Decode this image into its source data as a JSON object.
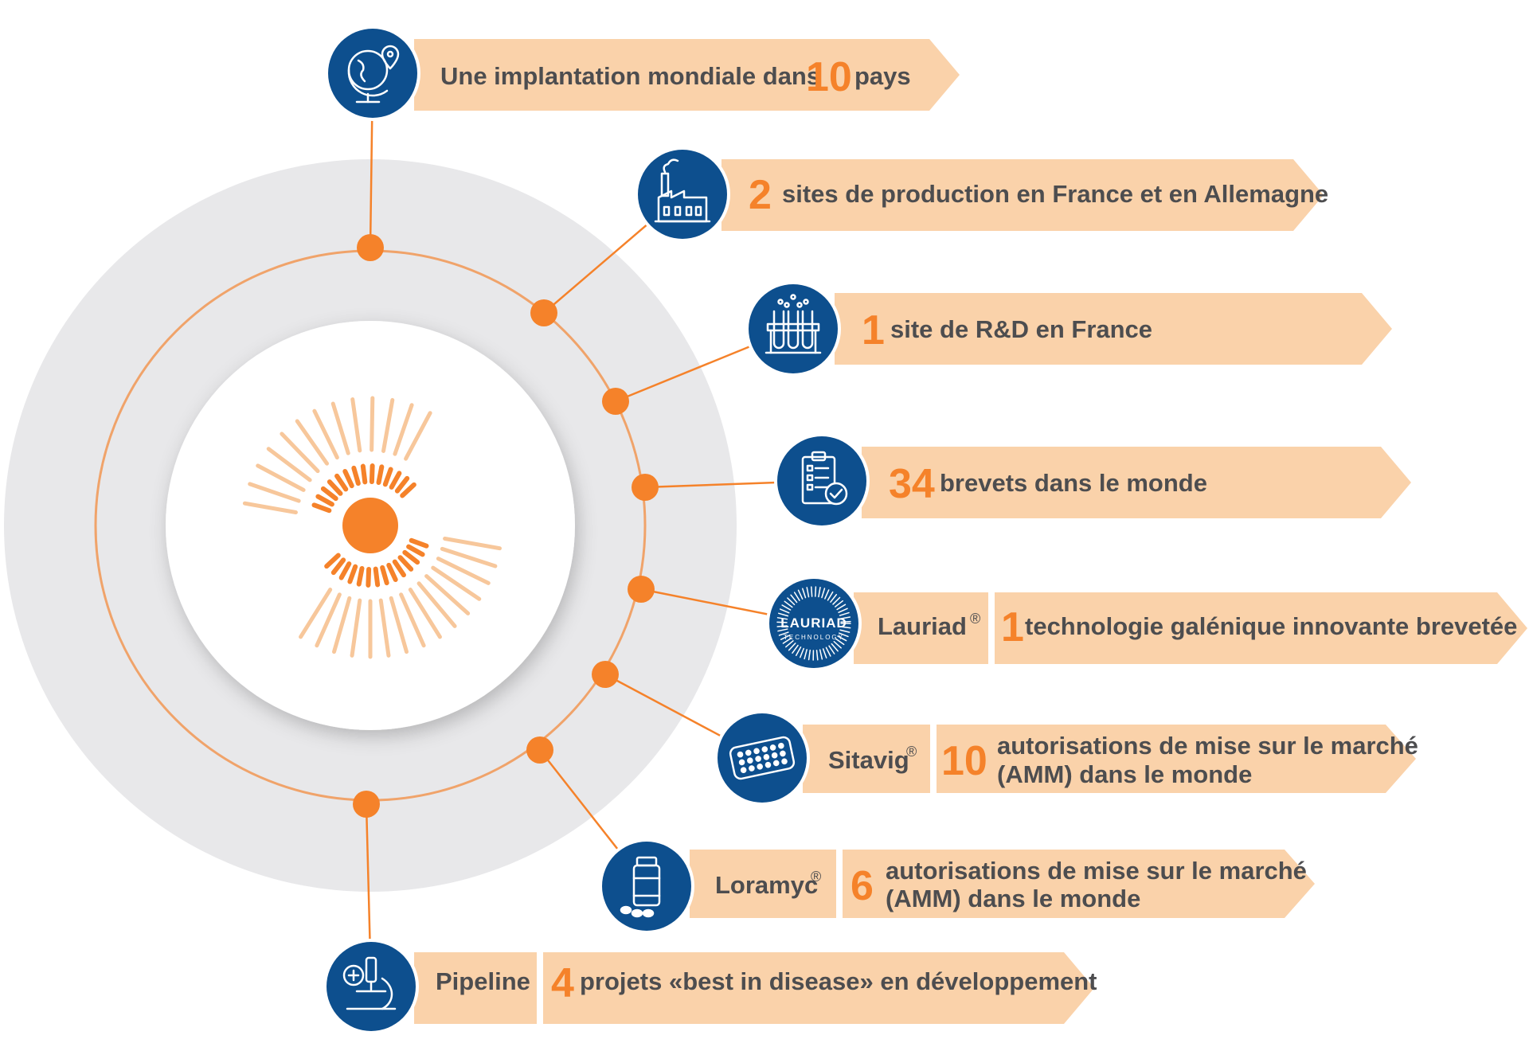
{
  "colors": {
    "orange": "#f5822a",
    "light_orange": "#f7c79b",
    "peach": "#fad2aa",
    "navy": "#0d4f8e",
    "gray_ring": "#e8e8ea",
    "text": "#4d4d4f"
  },
  "items": [
    {
      "key": "countries",
      "icon": "globe-pin-icon",
      "number_before": "Une implantation mondiale dans",
      "number": "10",
      "text": "pays"
    },
    {
      "key": "production",
      "icon": "factory-icon",
      "number": "2",
      "text": "sites de production en France et en Allemagne"
    },
    {
      "key": "rnd",
      "icon": "test-tubes-icon",
      "number": "1",
      "text": "site de R&D en France"
    },
    {
      "key": "patents",
      "icon": "clipboard-check-icon",
      "number": "34",
      "text": "brevets dans le monde"
    },
    {
      "key": "lauriad",
      "icon": "lauriad-logo-icon",
      "brand": "Lauriad",
      "brand_mark": "®",
      "number": "1",
      "text": "technologie galénique innovante brevetée",
      "logo_text": "LAURIAD",
      "logo_sub": "TECHNOLOGY"
    },
    {
      "key": "sitavig",
      "icon": "tablet-blister-icon",
      "brand": "Sitavig",
      "brand_mark": "®",
      "number": "10",
      "text_line1": "autorisations de mise sur le marché",
      "text_line2": "(AMM) dans le monde"
    },
    {
      "key": "loramyc",
      "icon": "pill-bottle-icon",
      "brand": "Loramyc",
      "brand_mark": "®",
      "number": "6",
      "text_line1": "autorisations de mise sur le marché",
      "text_line2": "(AMM) dans le monde"
    },
    {
      "key": "pipeline",
      "icon": "microscope-icon",
      "brand": "Pipeline",
      "number": "4",
      "text": "projets «best in disease» en développement"
    }
  ]
}
